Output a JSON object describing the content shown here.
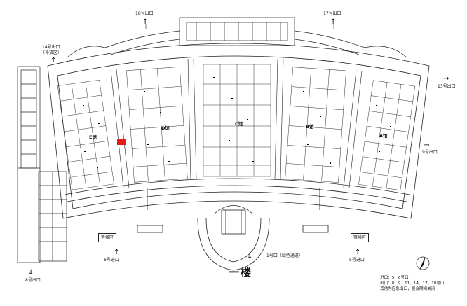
{
  "floor_title": "一楼",
  "exits": {
    "north_left": "18号出口",
    "north_right": "17号出口",
    "exit14": "14号出口",
    "exit14_note": "（补货区）",
    "exit13": "13号出口",
    "exit9": "9号出口",
    "exit8": "8号出口",
    "exit1": "1号口（绿色通道）",
    "entrance6": "6号进口",
    "entrance5": "5号进口"
  },
  "halls": {
    "e": "E馆",
    "d": "D馆",
    "c": "C馆",
    "b": "B馆",
    "a": "A馆"
  },
  "zones": {
    "waiting_left": "等候区",
    "waiting_right": "等候区"
  },
  "notes": [
    "进口：5、6号口",
    "出口：8、9、11、14、17、18号口",
    "其他为应急出口，展会期间关闭"
  ],
  "colors": {
    "line": "#222222",
    "highlight": "#e31b1b"
  }
}
